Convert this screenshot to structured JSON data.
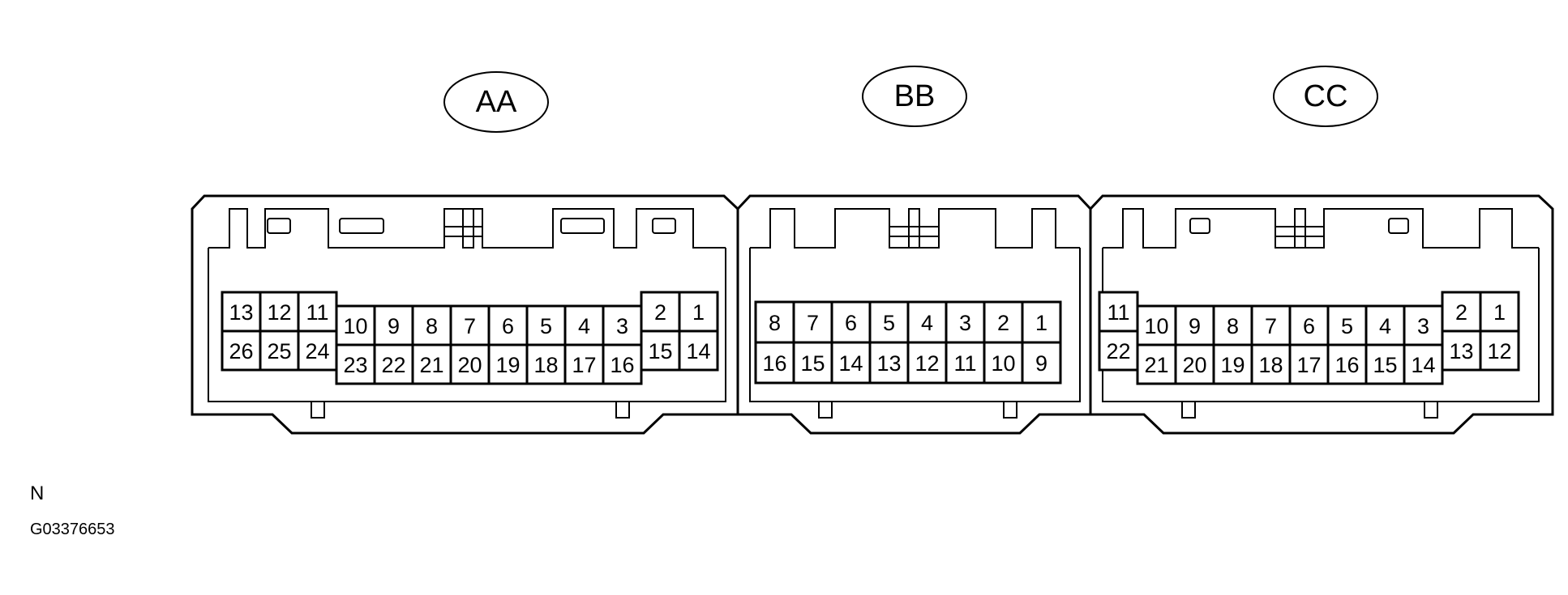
{
  "connectors": [
    {
      "label": "AA",
      "cells": [
        {
          "t": "13"
        },
        {
          "t": "12"
        },
        {
          "t": "11"
        },
        {
          "t": "26"
        },
        {
          "t": "25"
        },
        {
          "t": "24"
        },
        {
          "t": "10"
        },
        {
          "t": "9"
        },
        {
          "t": "8"
        },
        {
          "t": "7"
        },
        {
          "t": "6"
        },
        {
          "t": "5"
        },
        {
          "t": "4"
        },
        {
          "t": "3"
        },
        {
          "t": "23"
        },
        {
          "t": "22"
        },
        {
          "t": "21"
        },
        {
          "t": "20"
        },
        {
          "t": "19"
        },
        {
          "t": "18"
        },
        {
          "t": "17"
        },
        {
          "t": "16"
        },
        {
          "t": "2"
        },
        {
          "t": "1"
        },
        {
          "t": "15"
        },
        {
          "t": "14"
        }
      ]
    },
    {
      "label": "BB",
      "cells": [
        {
          "t": "8"
        },
        {
          "t": "7"
        },
        {
          "t": "6"
        },
        {
          "t": "5"
        },
        {
          "t": "4"
        },
        {
          "t": "3"
        },
        {
          "t": "2"
        },
        {
          "t": "1"
        },
        {
          "t": "16"
        },
        {
          "t": "15"
        },
        {
          "t": "14"
        },
        {
          "t": "13"
        },
        {
          "t": "12"
        },
        {
          "t": "11"
        },
        {
          "t": "10"
        },
        {
          "t": "9"
        }
      ]
    },
    {
      "label": "CC",
      "cells": [
        {
          "t": "11"
        },
        {
          "t": "22"
        },
        {
          "t": "10"
        },
        {
          "t": "9"
        },
        {
          "t": "8"
        },
        {
          "t": "7"
        },
        {
          "t": "6"
        },
        {
          "t": "5"
        },
        {
          "t": "4"
        },
        {
          "t": "3"
        },
        {
          "t": "21"
        },
        {
          "t": "20"
        },
        {
          "t": "19"
        },
        {
          "t": "18"
        },
        {
          "t": "17"
        },
        {
          "t": "16"
        },
        {
          "t": "15"
        },
        {
          "t": "14"
        },
        {
          "t": "2"
        },
        {
          "t": "1"
        },
        {
          "t": "13"
        },
        {
          "t": "12"
        }
      ]
    }
  ],
  "footer": {
    "letter": "N",
    "code": "G03376653"
  }
}
